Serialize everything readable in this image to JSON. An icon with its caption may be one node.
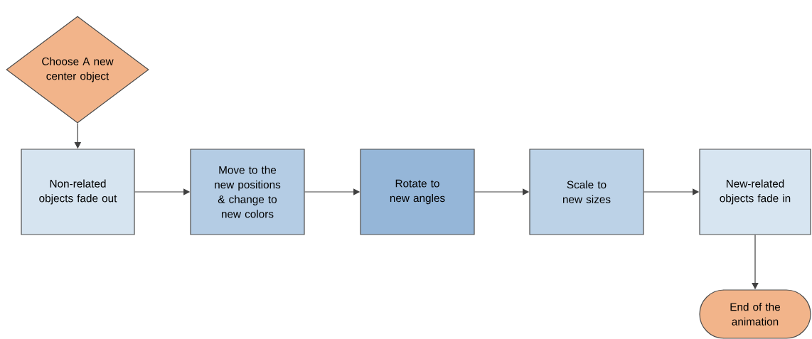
{
  "diagram": {
    "nodes": [
      {
        "text": [
          "Choose A new center object"
        ]
      },
      {
        "text": [
          "Non-related objects fade out"
        ]
      },
      {
        "text": [
          "Move to the new positions & change to new colors"
        ]
      },
      {
        "text": [
          "Rotate to new angles"
        ]
      },
      {
        "text": [
          "Scale to new sizes"
        ]
      },
      {
        "text": [
          "New-related objects fade in"
        ]
      },
      {
        "text": [
          "End of the animation"
        ]
      }
    ],
    "edges": [
      {
        "from": 0,
        "to": 1,
        "arrow": "to"
      },
      {
        "from": 1,
        "to": 2,
        "arrow": "to"
      },
      {
        "from": 2,
        "to": 3,
        "arrow": "to"
      },
      {
        "from": 3,
        "to": 4,
        "arrow": "to"
      },
      {
        "from": 4,
        "to": 5,
        "arrow": "to"
      },
      {
        "from": 5,
        "to": 6,
        "arrow": "to"
      }
    ]
  }
}
